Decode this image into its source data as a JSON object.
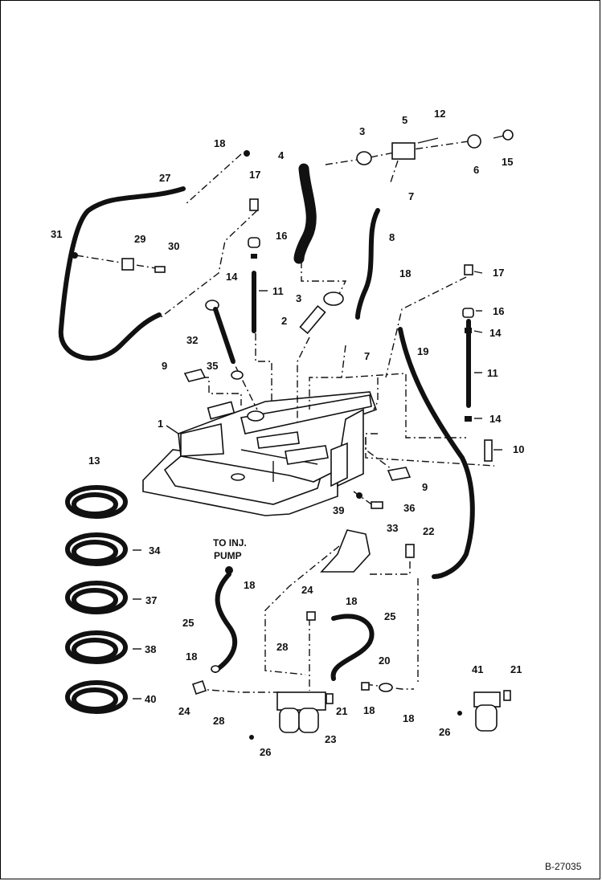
{
  "callouts": {
    "c1": "1",
    "c2": "2",
    "c3a": "3",
    "c3b": "3",
    "c4": "4",
    "c5": "5",
    "c6": "6",
    "c7a": "7",
    "c7b": "7",
    "c8": "8",
    "c9a": "9",
    "c9b": "9",
    "c10": "10",
    "c11a": "11",
    "c11b": "11",
    "c12": "12",
    "c13": "13",
    "c14a": "14",
    "c14b": "14",
    "c14c": "14",
    "c15": "15",
    "c16a": "16",
    "c16b": "16",
    "c17a": "17",
    "c17b": "17",
    "c18a": "18",
    "c18b": "18",
    "c18c": "18",
    "c18d": "18",
    "c18e": "18",
    "c18f": "18",
    "c18g": "18",
    "c19": "19",
    "c20": "20",
    "c21a": "21",
    "c21b": "21",
    "c22": "22",
    "c23": "23",
    "c24a": "24",
    "c24b": "24",
    "c25a": "25",
    "c25b": "25",
    "c26a": "26",
    "c26b": "26",
    "c27": "27",
    "c28a": "28",
    "c28b": "28",
    "c29": "29",
    "c30": "30",
    "c31": "31",
    "c32": "32",
    "c33": "33",
    "c34": "34",
    "c35": "35",
    "c36": "36",
    "c37": "37",
    "c38": "38",
    "c39": "39",
    "c40": "40",
    "c41": "41"
  },
  "note": {
    "line1": "TO INJ.",
    "line2": "PUMP"
  },
  "reference": "B-27035"
}
